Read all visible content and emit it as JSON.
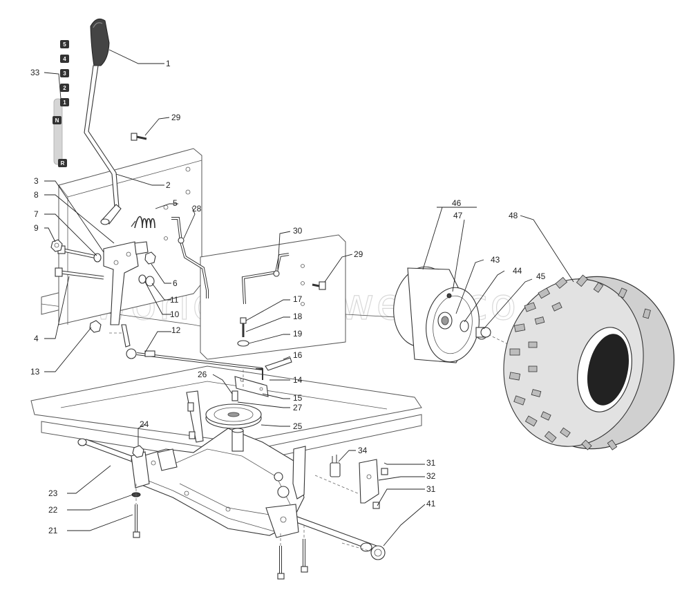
{
  "watermark": "worldofmowers.co.uk",
  "gear_positions": [
    "5",
    "4",
    "3",
    "2",
    "1",
    "N",
    "R"
  ],
  "labels": [
    {
      "id": "1",
      "text": "1"
    },
    {
      "id": "2",
      "text": "2"
    },
    {
      "id": "3",
      "text": "3"
    },
    {
      "id": "4",
      "text": "4"
    },
    {
      "id": "5",
      "text": "5"
    },
    {
      "id": "6",
      "text": "6"
    },
    {
      "id": "7",
      "text": "7"
    },
    {
      "id": "8",
      "text": "8"
    },
    {
      "id": "9",
      "text": "9"
    },
    {
      "id": "10",
      "text": "10"
    },
    {
      "id": "11",
      "text": "11"
    },
    {
      "id": "12",
      "text": "12"
    },
    {
      "id": "13",
      "text": "13"
    },
    {
      "id": "14",
      "text": "14"
    },
    {
      "id": "15",
      "text": "15"
    },
    {
      "id": "16",
      "text": "16"
    },
    {
      "id": "17",
      "text": "17"
    },
    {
      "id": "18",
      "text": "18"
    },
    {
      "id": "19",
      "text": "19"
    },
    {
      "id": "21",
      "text": "21"
    },
    {
      "id": "22",
      "text": "22"
    },
    {
      "id": "23",
      "text": "23"
    },
    {
      "id": "24",
      "text": "24"
    },
    {
      "id": "25",
      "text": "25"
    },
    {
      "id": "26",
      "text": "26"
    },
    {
      "id": "27",
      "text": "27"
    },
    {
      "id": "28",
      "text": "28"
    },
    {
      "id": "29a",
      "text": "29"
    },
    {
      "id": "29b",
      "text": "29"
    },
    {
      "id": "30",
      "text": "30"
    },
    {
      "id": "31a",
      "text": "31"
    },
    {
      "id": "31b",
      "text": "31"
    },
    {
      "id": "32",
      "text": "32"
    },
    {
      "id": "33",
      "text": "33"
    },
    {
      "id": "34",
      "text": "34"
    },
    {
      "id": "41",
      "text": "41"
    },
    {
      "id": "43",
      "text": "43"
    },
    {
      "id": "44",
      "text": "44"
    },
    {
      "id": "45",
      "text": "45"
    },
    {
      "id": "46",
      "text": "46"
    },
    {
      "id": "47",
      "text": "47"
    },
    {
      "id": "48",
      "text": "48"
    }
  ]
}
